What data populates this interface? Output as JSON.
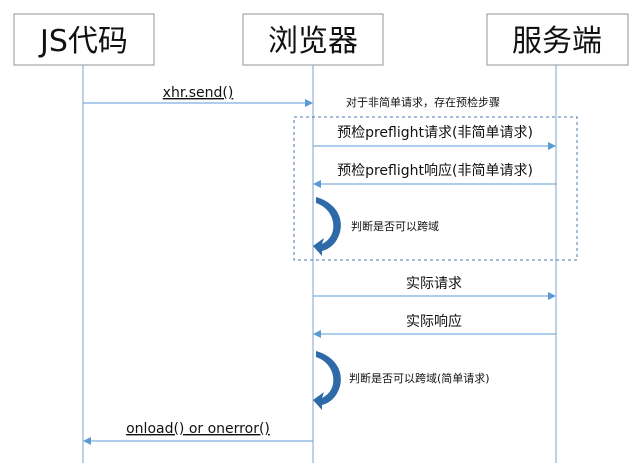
{
  "actors": {
    "js": "JS代码",
    "browser": "浏览器",
    "server": "服务端"
  },
  "messages": {
    "xhr_send": "xhr.send()",
    "preflight_note": "对于非简单请求，存在预检步骤",
    "preflight_request": "预检preflight请求(非简单请求)",
    "preflight_response": "预检preflight响应(非简单请求)",
    "judge_cross": "判断是否可以跨域",
    "actual_request": "实际请求",
    "actual_response": "实际响应",
    "judge_cross_simple": "判断是否可以跨域(简单请求)",
    "onload_onerror": "onload() or onerror()"
  },
  "colors": {
    "lifeline": "#7fa3cf",
    "arrow": "#5b9bd5",
    "box_border": "#a5a5a5",
    "dashed": "#4a78b0",
    "self_arrow": "#2e6aa8"
  }
}
